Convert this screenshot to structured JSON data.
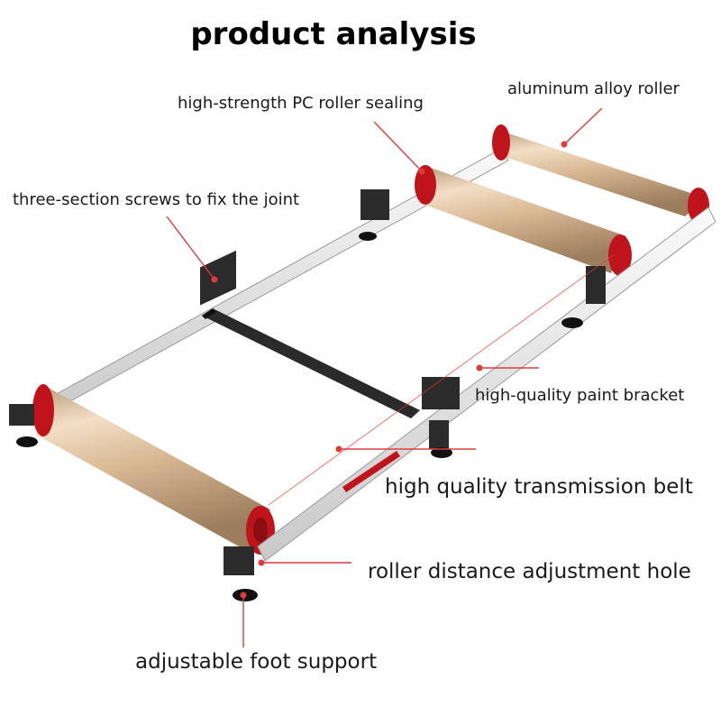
{
  "title": "product analysis",
  "callouts": {
    "pc_sealing": "high-strength PC roller sealing",
    "aluminum_roller": "aluminum alloy roller",
    "screws": "three-section screws to fix the joint",
    "paint_bracket": "high-quality paint bracket",
    "belt": "high quality transmission belt",
    "adjust_hole": "roller distance adjustment hole",
    "foot": "adjustable foot support"
  },
  "colors": {
    "frame": "#e4e4e4",
    "roller": "#d8b893",
    "cap": "#c0141c",
    "leader": "#e03a3a",
    "crossbar": "#2a2a2a"
  }
}
